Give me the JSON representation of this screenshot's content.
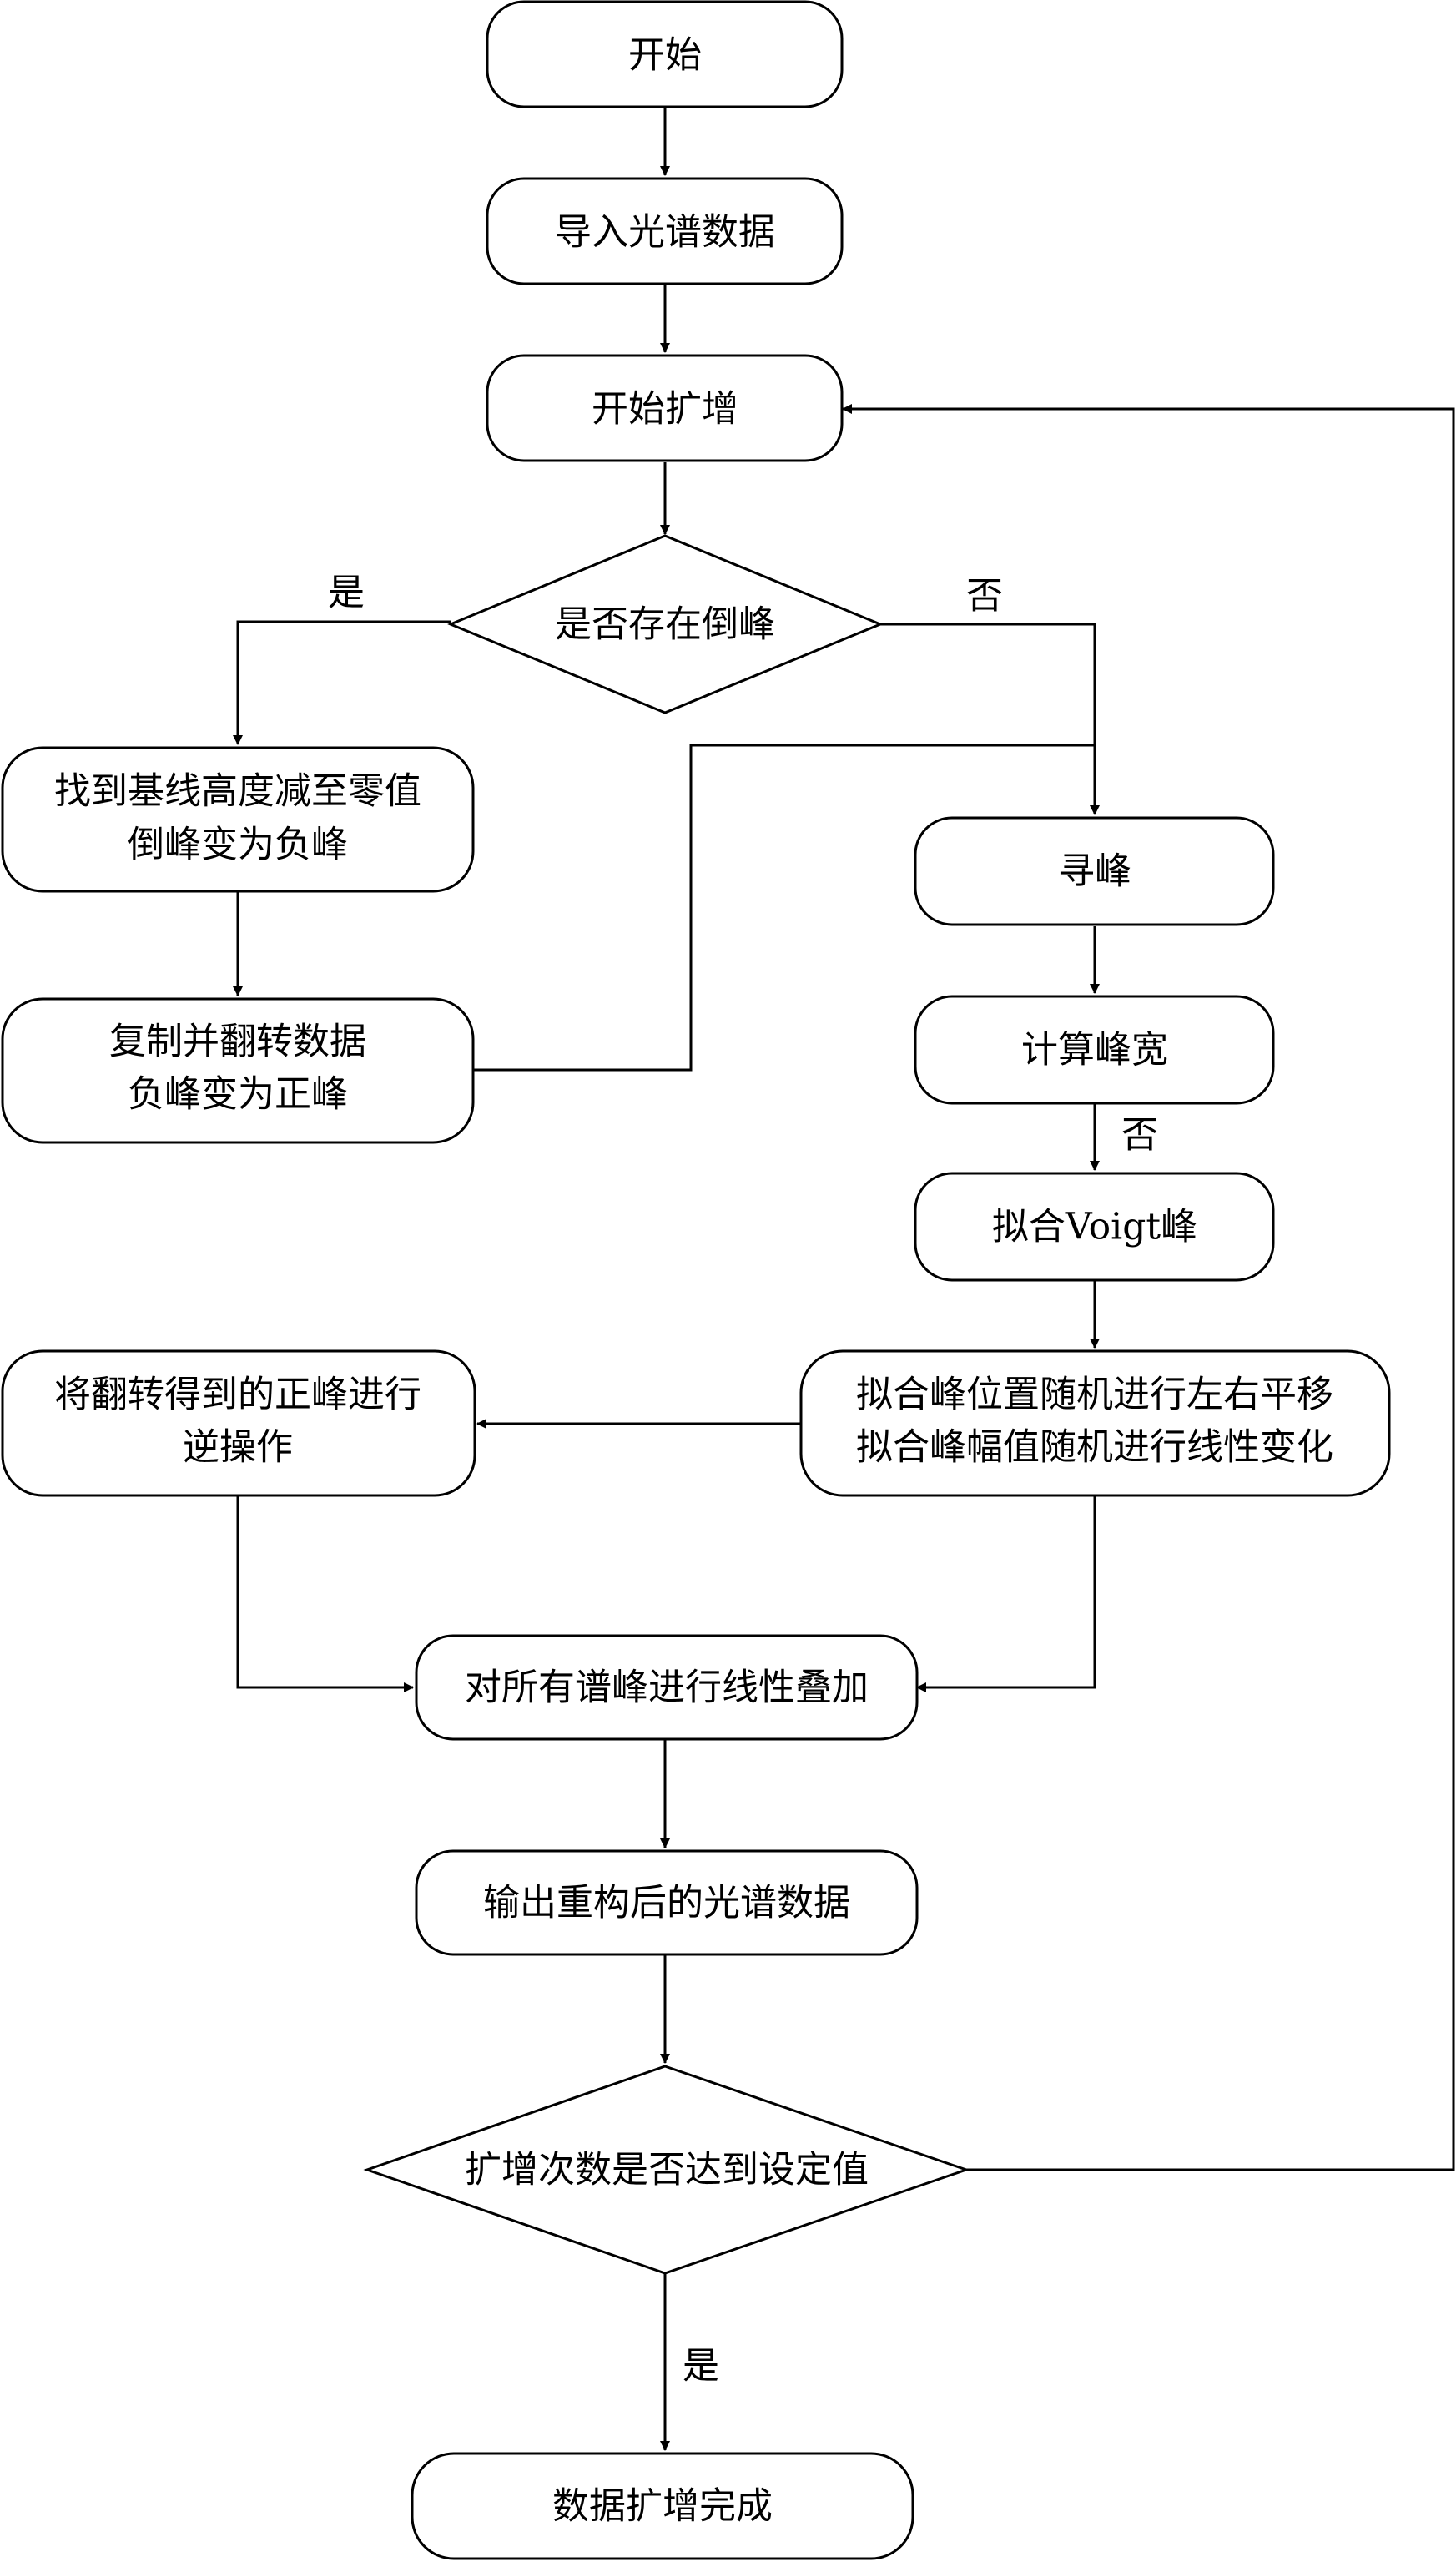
{
  "nodes": {
    "start": "开始",
    "import_data": "导入光谱数据",
    "begin_augment": "开始扩增",
    "has_inverted_peak": "是否存在倒峰",
    "baseline_to_zero": [
      "找到基线高度减至零值",
      "倒峰变为负峰"
    ],
    "copy_flip": [
      "复制并翻转数据",
      "负峰变为正峰"
    ],
    "find_peaks": "寻峰",
    "calc_width": "计算峰宽",
    "fit_voigt": "拟合Voigt峰",
    "random_shift": [
      "拟合峰位置随机进行左右平移",
      "拟合峰幅值随机进行线性变化"
    ],
    "reverse_op": [
      "将翻转得到的正峰进行",
      "逆操作"
    ],
    "linear_sum": "对所有谱峰进行线性叠加",
    "output_spectrum": "输出重构后的光谱数据",
    "count_reached": "扩增次数是否达到设定值",
    "finished": "数据扩增完成"
  },
  "edge_labels": {
    "yes_left": "是",
    "no_right": "否",
    "no_width": "否",
    "yes_bottom": "是"
  },
  "colors": {
    "stroke": "#000000",
    "fill": "#ffffff",
    "text": "#000000"
  }
}
